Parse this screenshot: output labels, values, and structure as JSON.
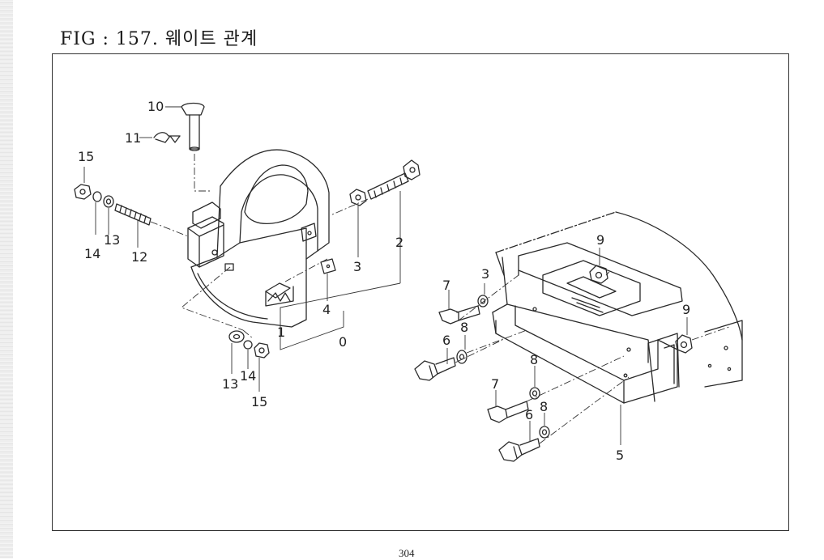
{
  "header": {
    "title": "FIG : 157. 웨이트 관계"
  },
  "callouts": {
    "c10": "10",
    "c11": "11",
    "c15a": "15",
    "c14a": "14",
    "c13a": "13",
    "c12": "12",
    "c2": "2",
    "c3a": "3",
    "c4": "4",
    "c1": "1",
    "c0": "0",
    "c13b": "13",
    "c14b": "14",
    "c15b": "15",
    "c9a": "9",
    "c3b": "3",
    "c7a": "7",
    "c8a": "8",
    "c6a": "6",
    "c9b": "9",
    "c8b": "8",
    "c7b": "7",
    "c8c": "8",
    "c6b": "6",
    "c5": "5"
  },
  "footer": {
    "page_number": "304"
  }
}
